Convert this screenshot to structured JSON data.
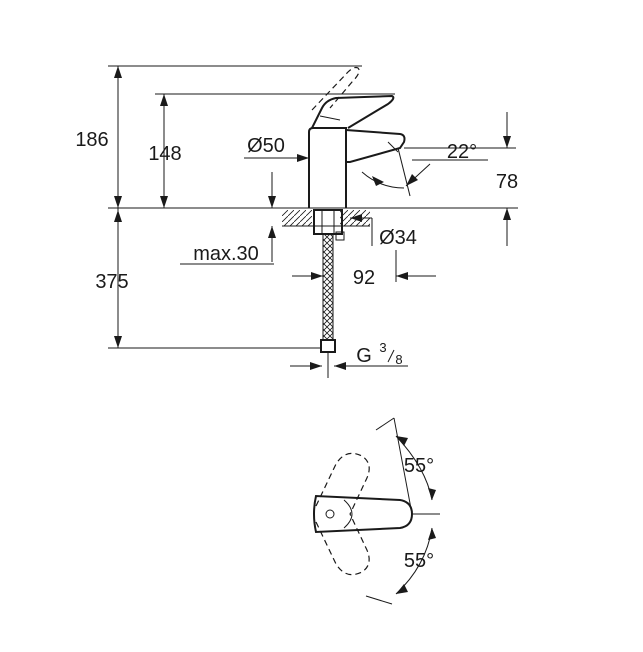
{
  "diagram": {
    "dimensions": {
      "total_height": "186",
      "spout_height": "148",
      "lever_diameter": "Ø50",
      "spout_angle": "22°",
      "spout_reach_height": "78",
      "base_diameter": "Ø34",
      "max_thickness": "max.30",
      "hose_length": "375",
      "hose_offset": "92",
      "thread_letter": "G",
      "thread_num": "3",
      "thread_den": "8",
      "rotation_up": "55°",
      "rotation_down": "55°"
    }
  }
}
